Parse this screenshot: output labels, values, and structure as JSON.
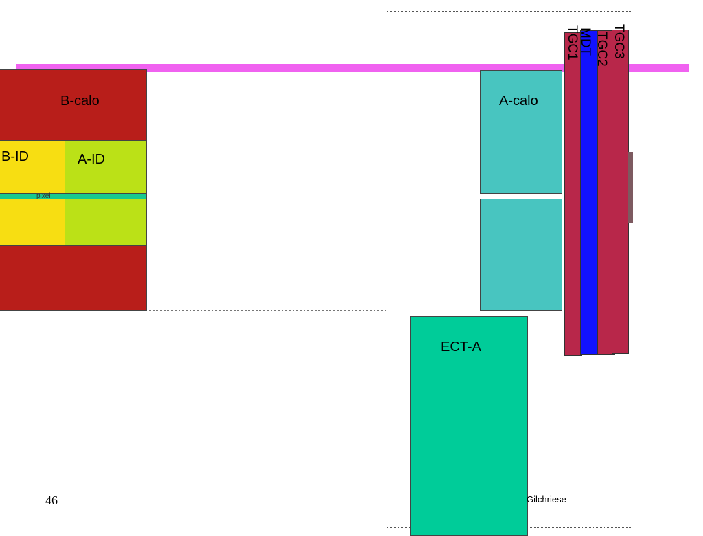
{
  "labels": {
    "b_calo": "B-calo",
    "b_id": "B-ID",
    "a_id": "A-ID",
    "pixel": "pixel",
    "a_calo": "A-calo",
    "ect_a": "ECT-A",
    "tgc1": "TGC1",
    "mdt": "MDT",
    "tgc2": "TGC2",
    "tgc3": "TGC3"
  },
  "footer": {
    "page_number": "46",
    "author": "Gilchriese"
  },
  "colors": {
    "calo_barrel": "#b81e1a",
    "inner_detector_b": "#f7de12",
    "inner_detector_a": "#bbe117",
    "pixel_band": "#18c98f",
    "calo_endcap": "#48c5c0",
    "ect": "#00cc99",
    "tgc": "#b8274a",
    "mdt": "#1212ff",
    "beam": "#f062f0",
    "stub": "#7d5a60"
  }
}
